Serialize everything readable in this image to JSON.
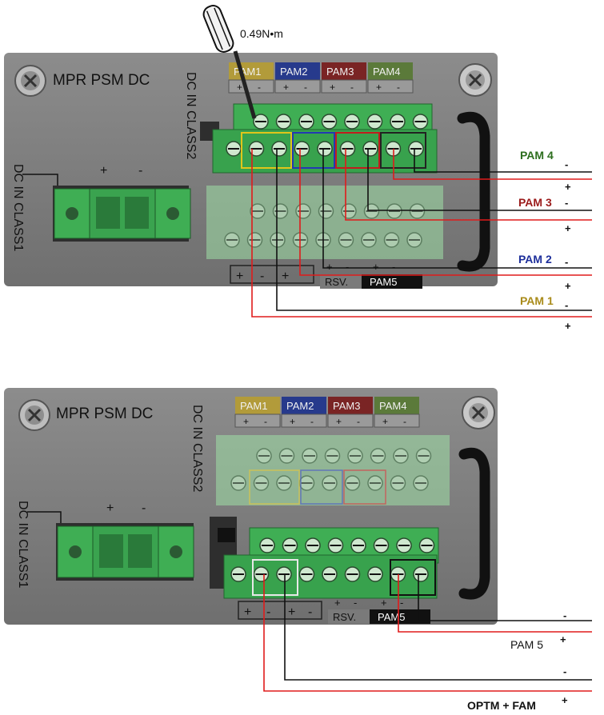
{
  "torque_label": "0.49N•m",
  "panel_title": "MPR PSM DC",
  "dc_in_class2": "DC IN CLASS2",
  "dc_in_class1": "DC IN CLASS1",
  "pam_headers": [
    {
      "label": "PAM1",
      "bg": "#b29b3a"
    },
    {
      "label": "PAM2",
      "bg": "#273a8c"
    },
    {
      "label": "PAM3",
      "bg": "#7a2424"
    },
    {
      "label": "PAM4",
      "bg": "#5b7a3a"
    }
  ],
  "rsv_label": "RSV.",
  "pam5_label": "PAM5",
  "plus": "+",
  "minus": "-",
  "top_wire_labels": [
    {
      "label": "PAM 4",
      "color": "#2d6e1e"
    },
    {
      "label": "PAM 3",
      "color": "#9b1b1b"
    },
    {
      "label": "PAM 2",
      "color": "#1e2f9b"
    },
    {
      "label": "PAM 1",
      "color": "#a98b1a"
    }
  ],
  "bottom_wire_labels": {
    "pam5": "PAM 5",
    "optm": "OPTM + FAM"
  },
  "colors": {
    "panel": "#7b7b7b",
    "terminal_green": "#3fae54",
    "wire_red": "#e01b1b",
    "wire_black": "#111111"
  }
}
